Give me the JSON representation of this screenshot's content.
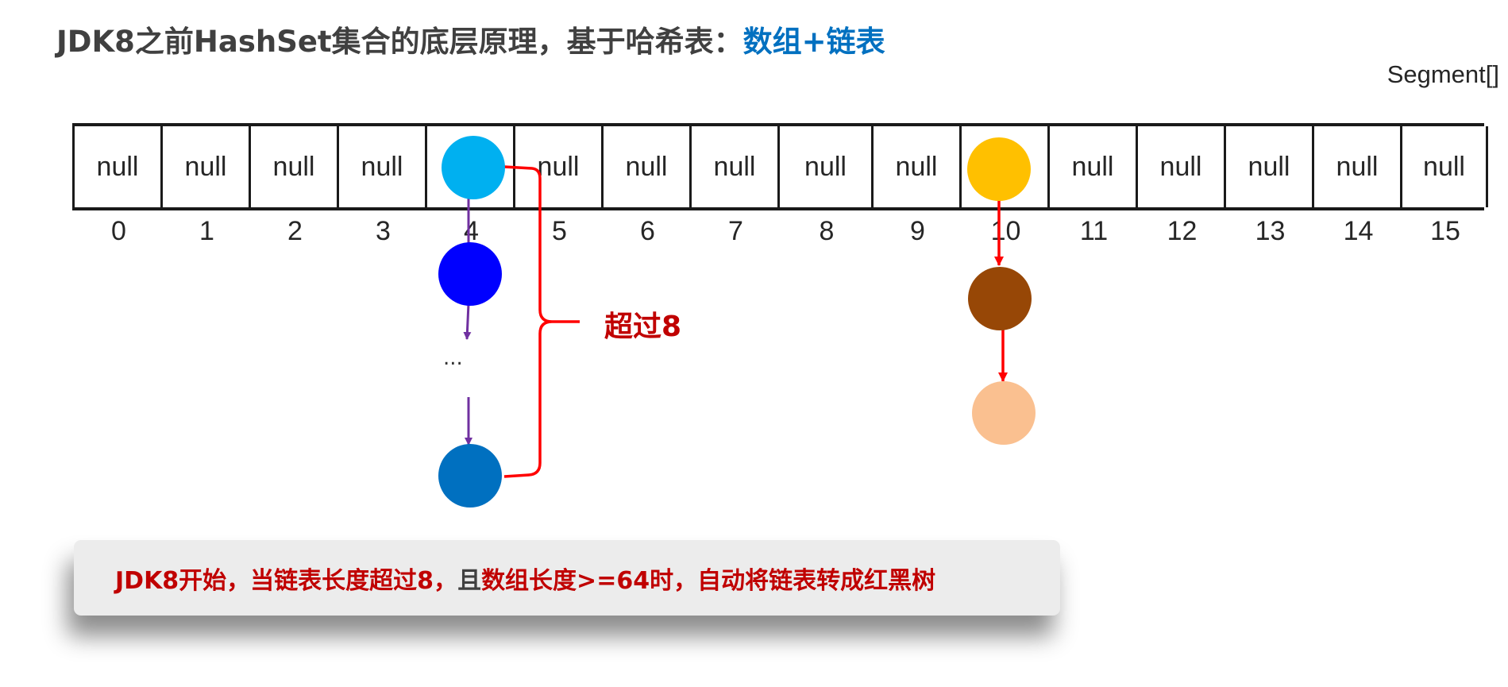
{
  "title": {
    "prefix": "JDK8之前HashSet集合的底层原理，基于哈希表：",
    "highlight": "数组+链表"
  },
  "segment_label": "Segment[]",
  "array": {
    "cells": [
      {
        "index": "0",
        "value": "null"
      },
      {
        "index": "1",
        "value": "null"
      },
      {
        "index": "2",
        "value": "null"
      },
      {
        "index": "3",
        "value": "null"
      },
      {
        "index": "4",
        "value": ""
      },
      {
        "index": "5",
        "value": "null"
      },
      {
        "index": "6",
        "value": "null"
      },
      {
        "index": "7",
        "value": "null"
      },
      {
        "index": "8",
        "value": "null"
      },
      {
        "index": "9",
        "value": "null"
      },
      {
        "index": "10",
        "value": ""
      },
      {
        "index": "11",
        "value": "null"
      },
      {
        "index": "12",
        "value": "null"
      },
      {
        "index": "13",
        "value": "null"
      },
      {
        "index": "14",
        "value": "null"
      },
      {
        "index": "15",
        "value": "null"
      }
    ]
  },
  "chain_left": {
    "ellipsis": "...",
    "colors": [
      "#00b0f0",
      "#0000ff",
      "#0070c0"
    ],
    "arrow_color": "#7030a0"
  },
  "chain_right": {
    "colors": [
      "#ffc000",
      "#974706",
      "#fac090"
    ],
    "arrow_color": "#ff0000"
  },
  "brace_annotation": "超过8",
  "callout": {
    "part1": "JDK8开始，当链表长度超过8，",
    "part2": "且",
    "part3": "数组长度>=64时，自动将链表转成红黑树"
  },
  "colors": {
    "accent_blue": "#0070c0",
    "accent_red": "#c00000",
    "brace_red": "#ff0000"
  }
}
